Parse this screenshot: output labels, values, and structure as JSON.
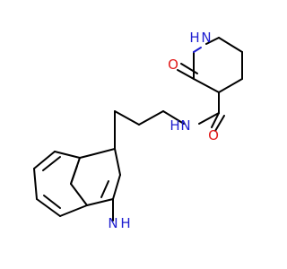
{
  "molecule": {
    "atoms": {
      "piperidine_nh": "N",
      "piperidine_h": "H",
      "carbonyl_o_ring": "O",
      "amide_nh": "N",
      "amide_h": "H",
      "carbonyl_o_amide": "O",
      "indole_n": "N",
      "indole_h": "H"
    },
    "colors": {
      "bond": "#000000",
      "nitrogen": "#1f1fd0",
      "oxygen": "#e21b1b",
      "background": "#ffffff"
    }
  }
}
